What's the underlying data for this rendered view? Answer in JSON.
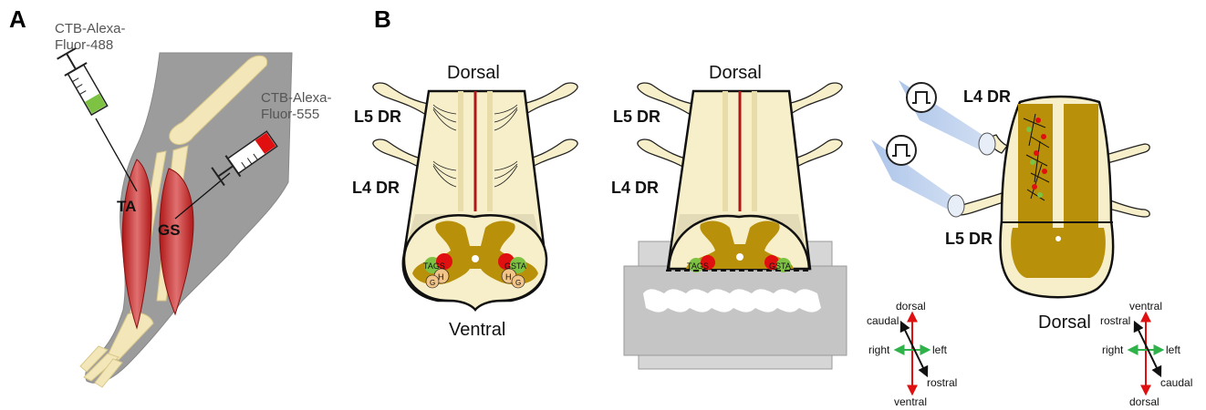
{
  "panel_a": {
    "letter": "A",
    "syringe_green_label_line1": "CTB-Alexa-",
    "syringe_green_label_line2": "Fluor-488",
    "syringe_red_label_line1": "CTB-Alexa-",
    "syringe_red_label_line2": "Fluor-555",
    "muscle_ta": "TA",
    "muscle_gs": "GS"
  },
  "panel_b": {
    "letter": "B",
    "cord1": {
      "dorsal": "Dorsal",
      "ventral": "Ventral",
      "l5": "L5 DR",
      "l4": "L4 DR",
      "pool_left_top": "TAGS",
      "pool_left_h": "H",
      "pool_left_g": "G",
      "pool_right_top": "GSTA",
      "pool_right_h": "H",
      "pool_right_g": "G"
    },
    "cord2": {
      "dorsal": "Dorsal",
      "l5": "L5 DR",
      "l4": "L4 DR",
      "pool_left": "TAGS",
      "pool_right": "GSTA"
    },
    "cord3": {
      "l4": "L4 DR",
      "l5": "L5 DR",
      "view_label": "Dorsal"
    },
    "compass1": {
      "up": "dorsal",
      "down": "ventral",
      "left": "right",
      "right": "left",
      "diag_start": "caudal",
      "diag_end": "rostral"
    },
    "compass2": {
      "up": "ventral",
      "down": "dorsal",
      "left": "right",
      "right": "left",
      "diag_start": "rostral",
      "diag_end": "caudal"
    }
  },
  "colors": {
    "cord": "#f7efc9",
    "grey_matter": "#b8900a",
    "red": "#e01010",
    "green": "#7dc242",
    "leg": "#9e9e9e",
    "bone": "#f3e6b8",
    "blade": "#c8c8c8",
    "light_beam": "#bcd0ec"
  }
}
